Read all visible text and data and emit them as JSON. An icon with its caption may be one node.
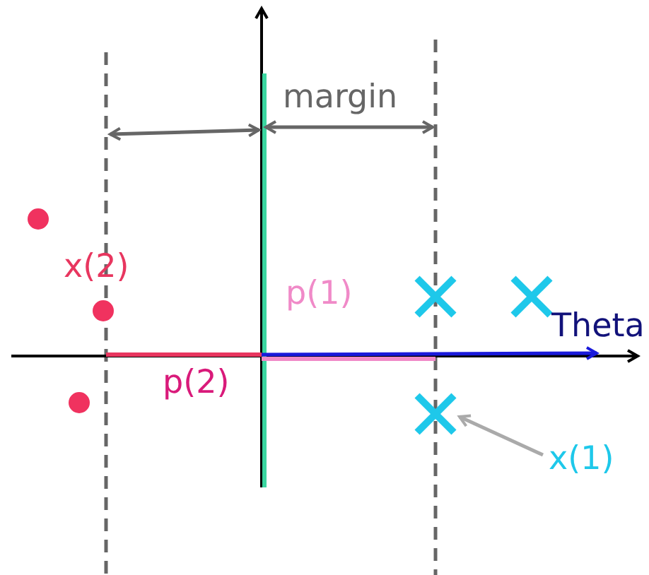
{
  "diagram": {
    "nodes": [
      {
        "text": [
          "x(1)"
        ]
      },
      {
        "text": [],
        "shape": "cross"
      }
    ],
    "edges": [
      {
        "from": 0,
        "to": 1,
        "arrow": "to"
      }
    ],
    "labels": [
      "margin",
      "x(2)",
      "p(1)",
      "Theta",
      "p(2)"
    ]
  }
}
